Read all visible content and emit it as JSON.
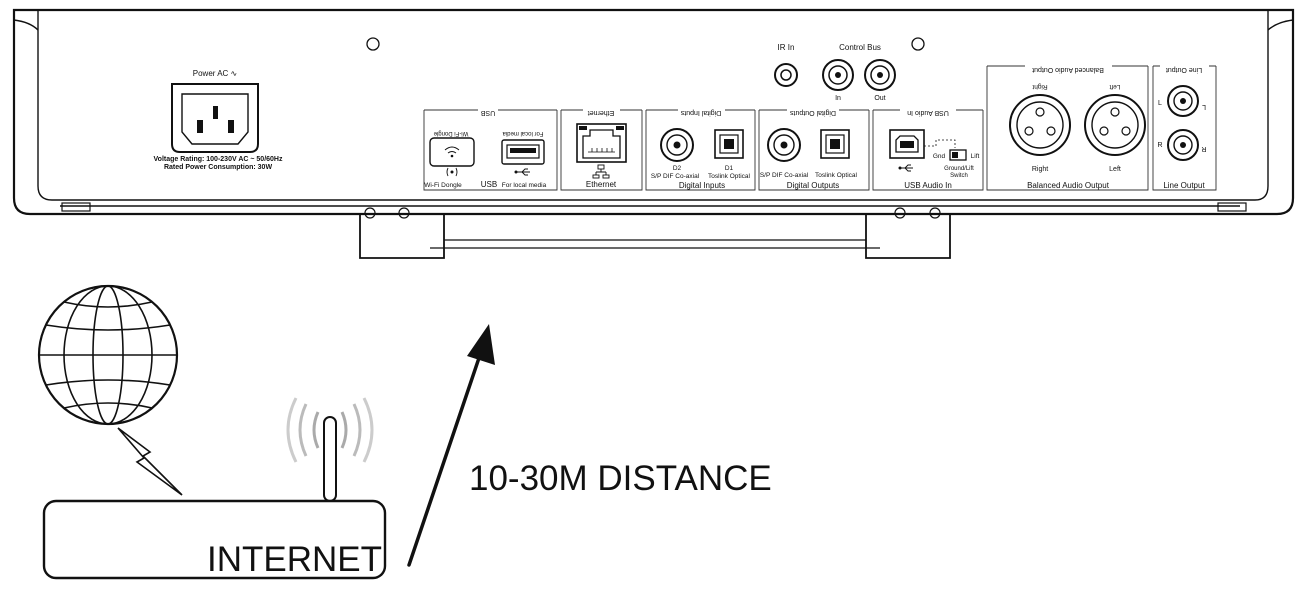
{
  "panel": {
    "power_label": "Power AC ∿",
    "voltage_rating": "Voltage Rating: 100-230V AC ~ 50/60Hz",
    "rated_power": "Rated Power Consumption: 30W",
    "ir_in": "IR In",
    "control_bus": "Control Bus",
    "control_bus_in": "In",
    "control_bus_out": "Out"
  },
  "groups": {
    "usb": {
      "title_mirrored": "USB",
      "wifi_mirrored": "Wi-Fi Dongle",
      "local_mirrored": "For local media",
      "wifi_label": "Wi-Fi Dongle",
      "usb_label": "USB",
      "local_label": "For local media"
    },
    "ethernet": {
      "title_mirrored": "Ethernet",
      "label": "Ethernet"
    },
    "digital_inputs": {
      "title_mirrored": "Digital Inputs",
      "d2": "D2",
      "d1": "D1",
      "spdif": "S/P DIF Co-axial",
      "toslink": "Toslink Optical",
      "label": "Digital Inputs"
    },
    "digital_outputs": {
      "title_mirrored": "Digital Outputs",
      "spdif": "S/P DIF Co-axial",
      "toslink": "Toslink Optical",
      "label": "Digital Outputs"
    },
    "usb_audio": {
      "title_mirrored": "USB Audio In",
      "gnd": "Gnd",
      "lift": "Lift",
      "switch_line1": "Ground/Lift",
      "switch_line2": "Switch",
      "label": "USB Audio In"
    },
    "balanced": {
      "title_mirrored": "Balanced Audio Output",
      "right_mirrored": "Right",
      "left_mirrored": "Left",
      "right": "Right",
      "left": "Left",
      "label": "Balanced Audio Output"
    },
    "line_output": {
      "title_mirrored": "Line Output",
      "l": "L",
      "r": "R",
      "l_mirrored": "L",
      "r_mirrored": "R",
      "label": "Line Output"
    }
  },
  "router": {
    "label": "INTERNET"
  },
  "distance_label": "10-30M DISTANCE"
}
